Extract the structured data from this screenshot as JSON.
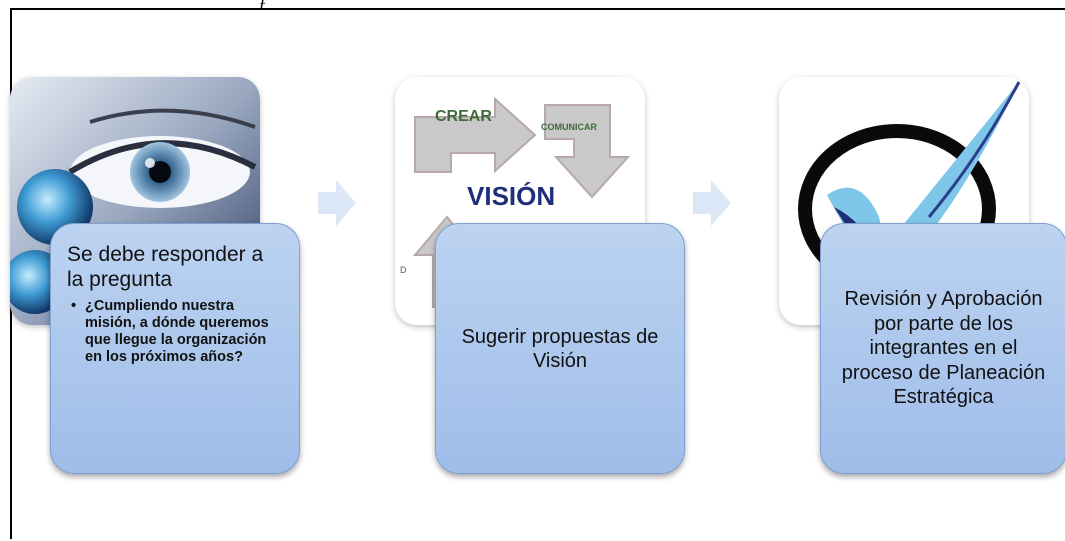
{
  "steps": [
    {
      "image": "eye-globe-image",
      "heading": "Se debe responder a la pregunta",
      "bullets": [
        "¿Cumpliendo nuestra misión, a dónde queremos que llegue la organización en los próximos años?"
      ]
    },
    {
      "image": "vision-cycle-image",
      "image_text": {
        "crear": "CREAR",
        "comunicar": "COMUNICAR",
        "vision": "VISIÓN",
        "partial": "D"
      },
      "text": "Sugerir propuestas de Visión"
    },
    {
      "image": "checkmark-image",
      "text": "Revisión y Aprobación por parte de los integrantes en el proceso de Planeación Estratégica"
    }
  ],
  "colors": {
    "box_fill": "#b5cdef",
    "arrow_fill": "#dbe6f6",
    "vision_text": "#1f2f7a",
    "crear_text": "#3d6b3a"
  }
}
